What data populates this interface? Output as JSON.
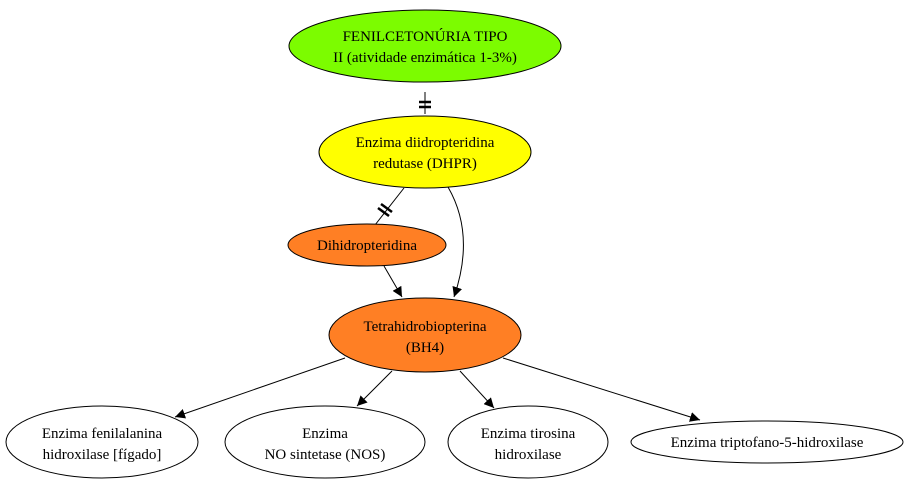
{
  "colors": {
    "green": "#7cfc00",
    "yellow": "#ffff00",
    "orange": "#ff7f24",
    "white": "#ffffff",
    "stroke": "#000000"
  },
  "nodes": {
    "fenilcetonuria": {
      "line1": "FENILCETONÚRIA TIPO",
      "line2": "II (atividade enzimática 1-3%)",
      "fill": "#7cfc00"
    },
    "dhpr": {
      "line1": "Enzima diidropteridina",
      "line2": "redutase (DHPR)",
      "fill": "#ffff00"
    },
    "dihidropteridina": {
      "line1": "Dihidropteridina",
      "fill": "#ff7f24"
    },
    "bh4": {
      "line1": "Tetrahidrobiopterina",
      "line2": "(BH4)",
      "fill": "#ff7f24"
    },
    "fenilalanina": {
      "line1": "Enzima fenilalanina",
      "line2": "hidroxilase [fígado]",
      "fill": "#ffffff"
    },
    "nos": {
      "line1": "Enzima",
      "line2": "NO sintetase (NOS)",
      "fill": "#ffffff"
    },
    "tirosina": {
      "line1": "Enzima tirosina",
      "line2": "hidroxilase",
      "fill": "#ffffff"
    },
    "triptofano": {
      "line1": "Enzima triptofano-5-hidroxilase",
      "fill": "#ffffff"
    }
  },
  "edges": [
    {
      "from": "fenilcetonuria",
      "to": "dhpr",
      "type": "inhibit"
    },
    {
      "from": "dhpr",
      "to": "dihidropteridina",
      "type": "inhibit"
    },
    {
      "from": "dhpr",
      "to": "bh4",
      "type": "arrow"
    },
    {
      "from": "dihidropteridina",
      "to": "bh4",
      "type": "arrow"
    },
    {
      "from": "bh4",
      "to": "fenilalanina",
      "type": "arrow"
    },
    {
      "from": "bh4",
      "to": "nos",
      "type": "arrow"
    },
    {
      "from": "bh4",
      "to": "tirosina",
      "type": "arrow"
    },
    {
      "from": "bh4",
      "to": "triptofano",
      "type": "arrow"
    }
  ]
}
